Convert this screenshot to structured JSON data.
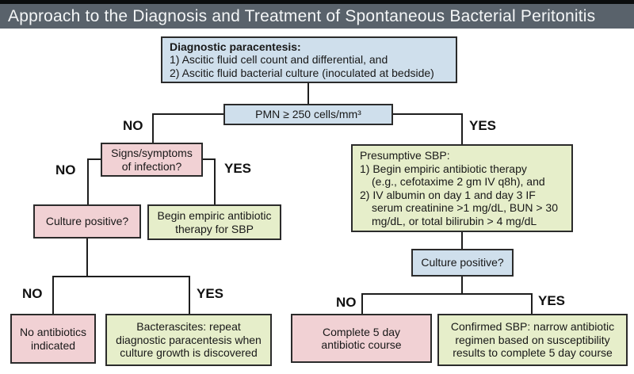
{
  "title": "Approach to the Diagnosis and Treatment of Spontaneous Bacterial Peritonitis",
  "colors": {
    "title_bar": "#59626b",
    "node_blue": "#cfdfec",
    "node_pink": "#f1d1d4",
    "node_green": "#e6eeca",
    "border": "#2b2b2b"
  },
  "labels": {
    "no": "NO",
    "yes": "YES"
  },
  "nodes": {
    "diagnostic": {
      "heading": "Diagnostic paracentesis:",
      "items": [
        "1) Ascitic fluid cell count and differential, and",
        "2) Ascitic fluid bacterial culture (inoculated at bedside)"
      ]
    },
    "pmn": "PMN ≥ 250 cells/mm³",
    "signs": [
      "Signs/symptoms",
      "of infection?"
    ],
    "culture_left": "Culture positive?",
    "begin_empiric": [
      "Begin empiric antibiotic",
      "therapy for SBP"
    ],
    "presumptive": {
      "lines": [
        "Presumptive SBP:",
        "1) Begin empiric antibiotic therapy",
        "(e.g., cefotaxime 2 gm IV q8h), and",
        "2) IV albumin on day 1 and day 3 IF",
        "serum creatinine >1 mg/dL, BUN > 30",
        "mg/dL, or total bilirubin > 4 mg/dL"
      ]
    },
    "culture_right": "Culture positive?",
    "no_antibiotics": [
      "No antibiotics",
      "indicated"
    ],
    "bacterascites": [
      "Bacterascites: repeat",
      "diagnostic paracentesis when",
      "culture growth is discovered"
    ],
    "complete_course": [
      "Complete 5 day",
      "antibiotic course"
    ],
    "confirmed": [
      "Confirmed SBP: narrow antibiotic",
      "regimen based on susceptibility",
      "results to complete 5 day course"
    ]
  }
}
